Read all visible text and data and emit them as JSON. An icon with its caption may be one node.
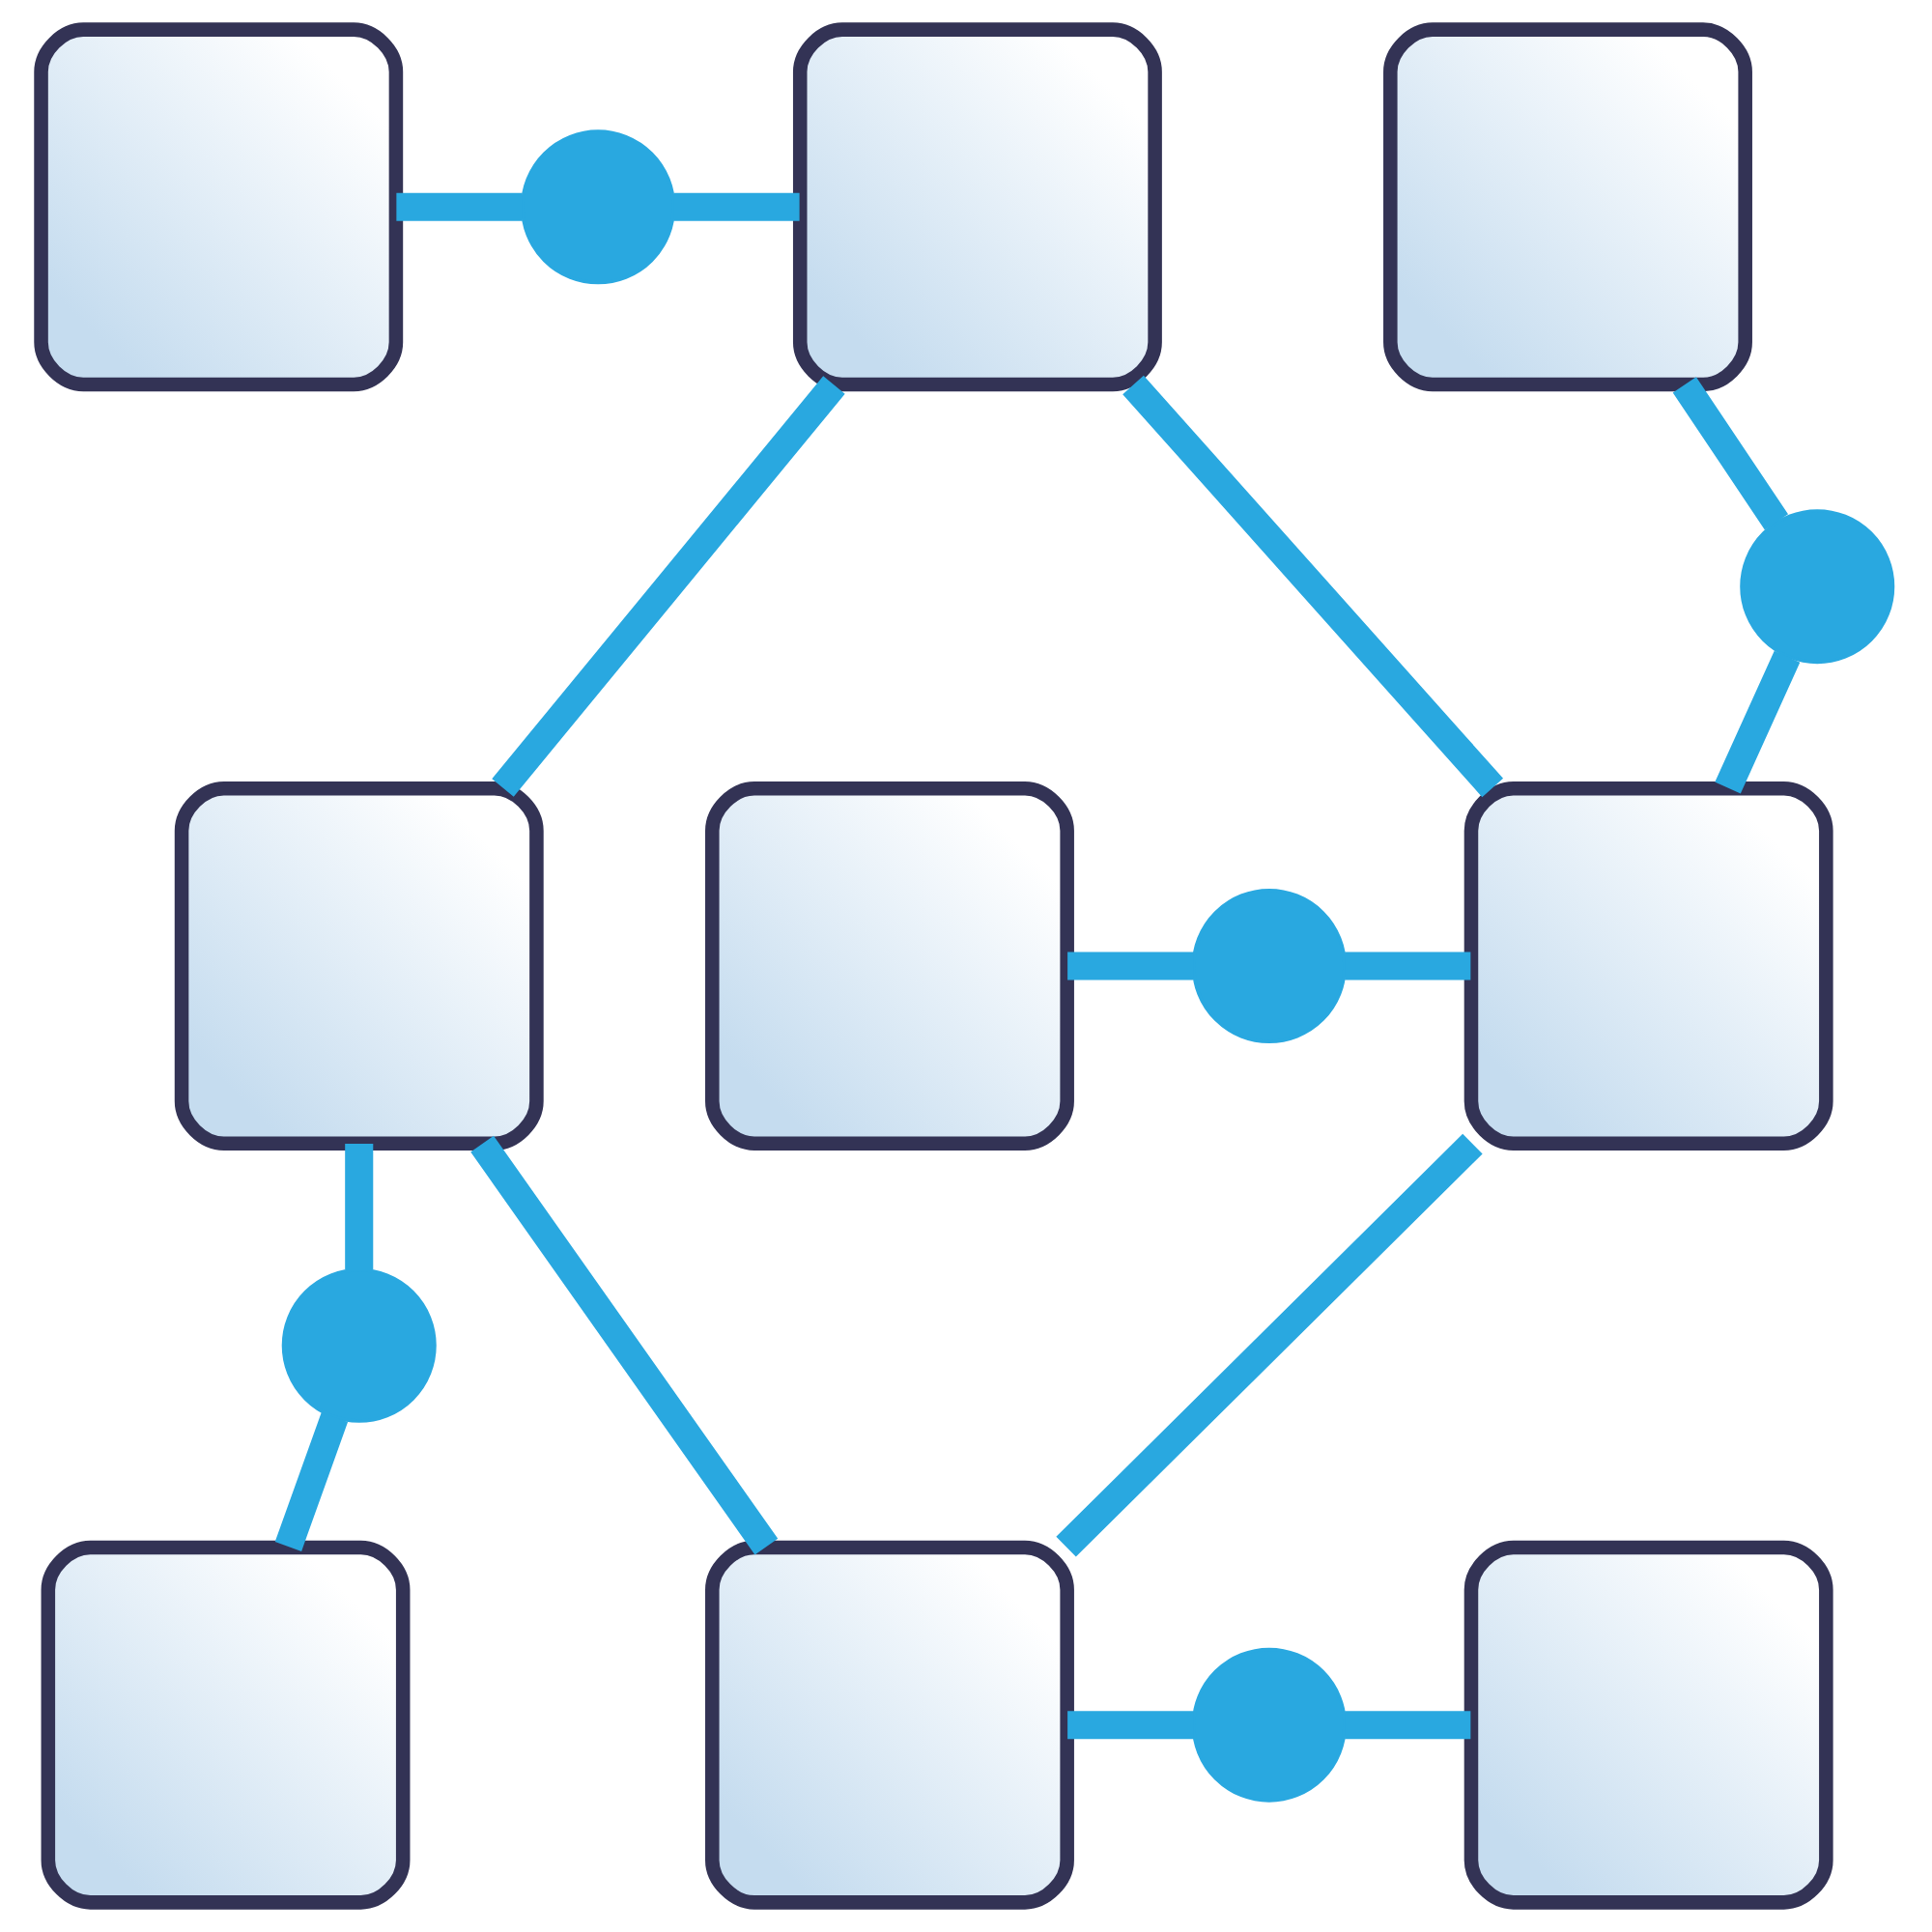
{
  "diagram": {
    "nodes": [
      {
        "text": [],
        "shape": "box"
      },
      {
        "text": [],
        "shape": "box"
      },
      {
        "text": [],
        "shape": "box"
      },
      {
        "text": [],
        "shape": "box"
      },
      {
        "text": [],
        "shape": "box"
      },
      {
        "text": [],
        "shape": "box"
      },
      {
        "text": [],
        "shape": "box"
      },
      {
        "text": [],
        "shape": "box"
      },
      {
        "text": [],
        "shape": "box"
      },
      {
        "text": [],
        "shape": "circle"
      },
      {
        "text": [],
        "shape": "circle"
      },
      {
        "text": [],
        "shape": "circle"
      },
      {
        "text": [],
        "shape": "circle"
      },
      {
        "text": [],
        "shape": "circle"
      }
    ],
    "edges": [
      {
        "from": 0,
        "to": 9,
        "arrow": "none"
      },
      {
        "from": 9,
        "to": 1,
        "arrow": "none"
      },
      {
        "from": 2,
        "to": 10,
        "arrow": "none"
      },
      {
        "from": 10,
        "to": 5,
        "arrow": "none"
      },
      {
        "from": 4,
        "to": 11,
        "arrow": "none"
      },
      {
        "from": 11,
        "to": 5,
        "arrow": "none"
      },
      {
        "from": 3,
        "to": 12,
        "arrow": "none"
      },
      {
        "from": 12,
        "to": 6,
        "arrow": "none"
      },
      {
        "from": 7,
        "to": 13,
        "arrow": "none"
      },
      {
        "from": 13,
        "to": 8,
        "arrow": "none"
      },
      {
        "from": 1,
        "to": 3,
        "arrow": "none"
      },
      {
        "from": 1,
        "to": 5,
        "arrow": "none"
      },
      {
        "from": 3,
        "to": 7,
        "arrow": "none"
      },
      {
        "from": 5,
        "to": 7,
        "arrow": "none"
      }
    ]
  }
}
